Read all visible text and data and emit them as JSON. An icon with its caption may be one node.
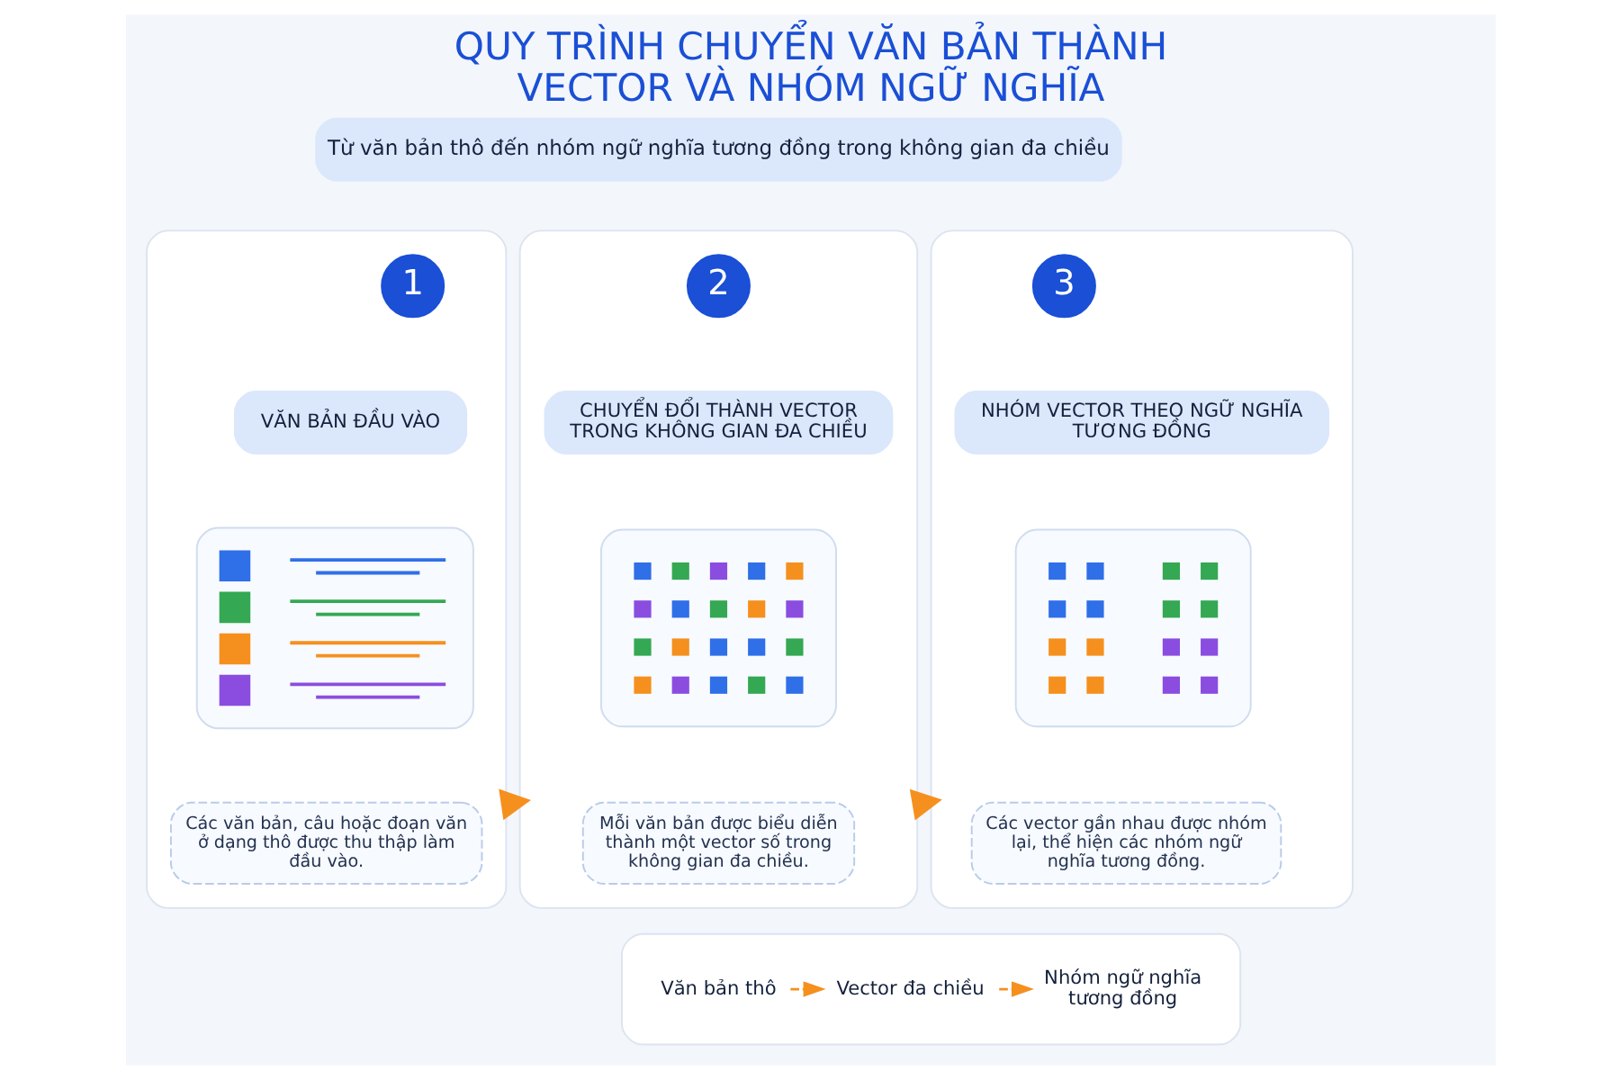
{
  "diagram": {
    "title": "QUY TRÌNH CHUYỂN VĂN BẢN THÀNH VECTOR VÀ NHÓM NGỮ NGHĨA",
    "nodes": [
      {
        "text": [],
        "shape": "box"
      },
      {
        "text": [
          "1"
        ],
        "in": 0
      },
      {
        "text": [
          "VĂN BẢN ĐẦU VÀO"
        ],
        "in": 0
      },
      {
        "text": [],
        "shape": "picture",
        "in": 0
      },
      {
        "text": [
          "Các văn bản, câu hoặc đoạn văn ở dạng thô được thu thập làm đầu vào."
        ],
        "in": 0
      },
      {
        "text": [],
        "shape": "box"
      },
      {
        "text": [
          "2"
        ],
        "in": 5
      },
      {
        "text": [
          "CHUYỂN ĐỔI THÀNH VECTOR TRONG KHÔNG GIAN ĐA CHIỀU"
        ],
        "in": 5
      },
      {
        "text": [],
        "shape": "picture",
        "in": 5
      },
      {
        "text": [
          "Mỗi văn bản được biểu diễn thành một vector số trong không gian đa chiều."
        ],
        "in": 5
      },
      {
        "text": [],
        "shape": "box"
      },
      {
        "text": [
          "3"
        ],
        "in": 10
      },
      {
        "text": [
          "NHÓM VECTOR THEO NGỮ NGHĨA TƯƠNG ĐỒNG"
        ],
        "in": 10
      },
      {
        "text": [],
        "shape": "picture",
        "in": 10
      },
      {
        "text": [
          "Các vector gần nhau được nhóm lại, thể hiện các nhóm ngữ nghĩa tương đồng."
        ],
        "in": 10
      },
      {
        "text": [],
        "shape": "box"
      },
      {
        "text": [
          "Văn bản thô"
        ],
        "in": 15
      },
      {
        "text": [
          "Vector đa chiều"
        ],
        "in": 15
      },
      {
        "text": [
          "Nhóm ngữ nghĩa tương đồng"
        ],
        "in": 15
      }
    ],
    "edges": [
      {
        "from": 0,
        "to": 5,
        "arrow": "to",
        "style": "thick"
      },
      {
        "from": 5,
        "to": 10,
        "arrow": "to",
        "style": "thick"
      },
      {
        "from": 16,
        "to": 17,
        "arrow": "to",
        "style": "dashed"
      },
      {
        "from": 17,
        "to": 18,
        "arrow": "to",
        "style": "dashed"
      }
    ],
    "labels": [
      "Từ văn bản thô đến nhóm ngữ nghĩa tương đồng trong không gian đa chiều"
    ]
  }
}
